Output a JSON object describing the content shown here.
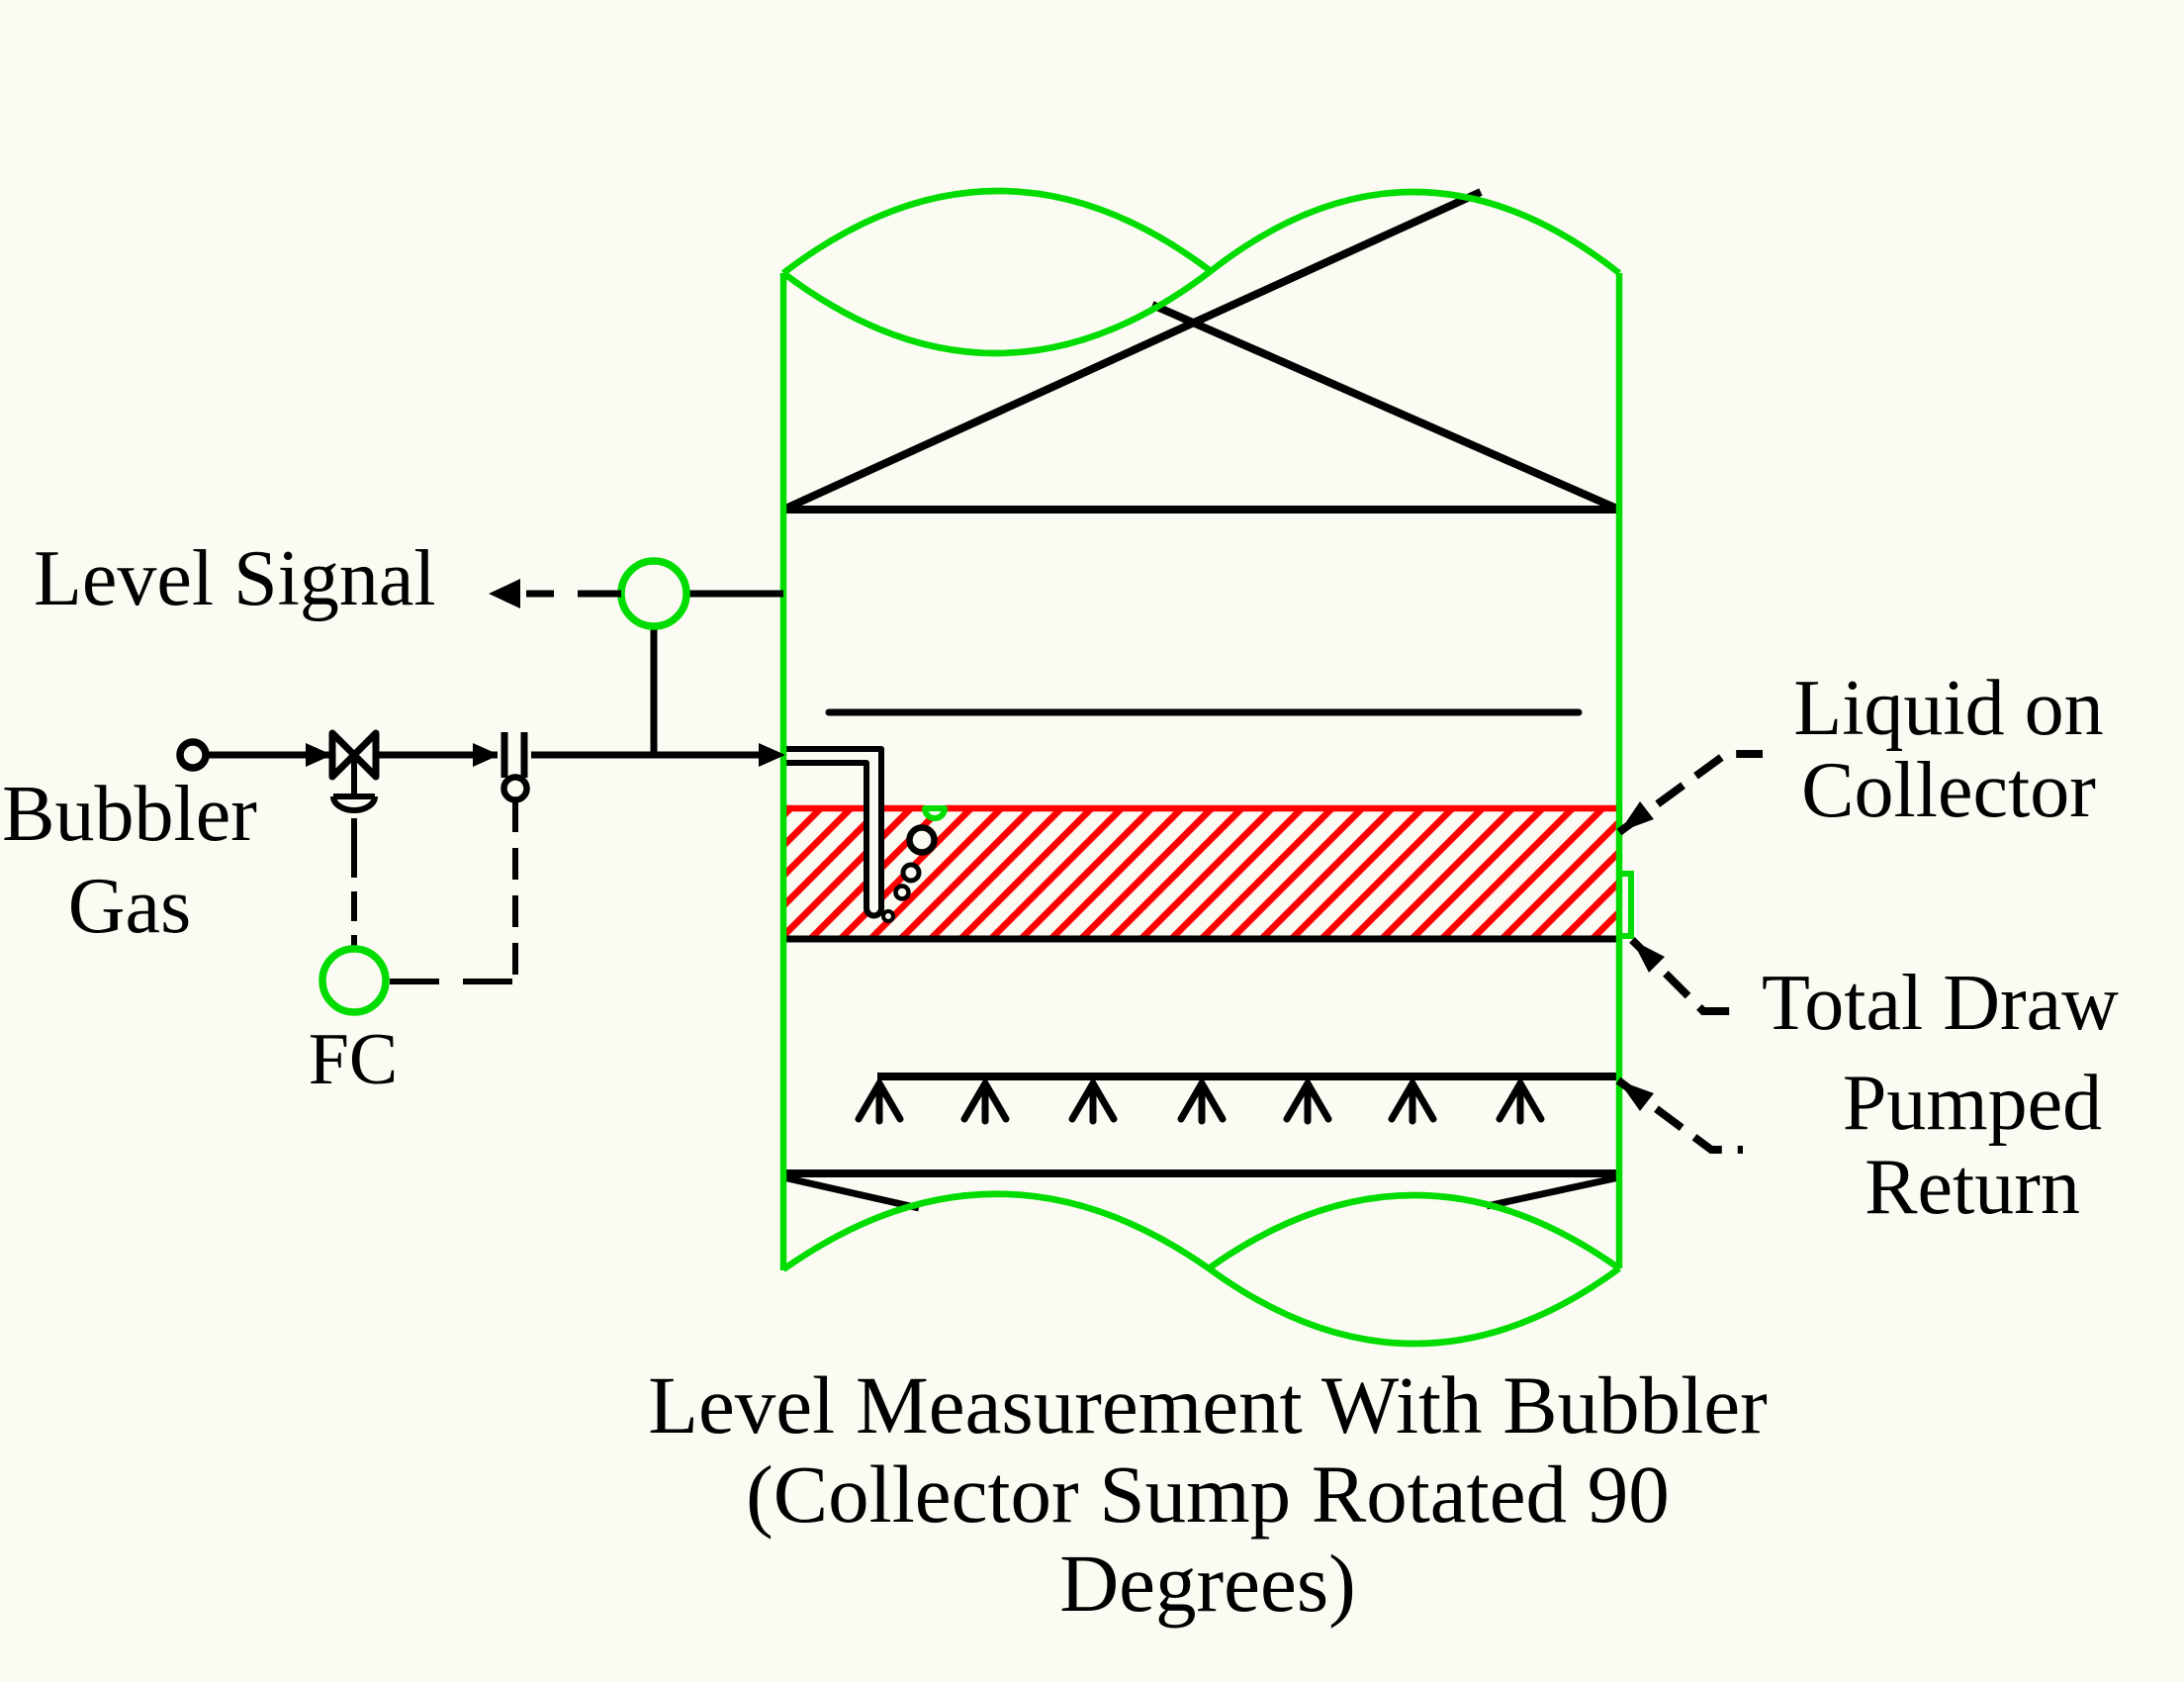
{
  "title": {
    "line1": "Level Measurement With Bubbler",
    "line2": "(Collector Sump Rotated 90 Degrees)"
  },
  "labels": {
    "level_signal": "Level Signal",
    "bubbler_gas": {
      "line1": "Bubbler",
      "line2": "Gas"
    },
    "flow_controller": "FC",
    "liquid_on_collector": {
      "line1": "Liquid on",
      "line2": "Collector"
    },
    "total_draw": "Total Draw",
    "pumped_return": {
      "line1": "Pumped",
      "line2": "Return"
    }
  },
  "colors": {
    "vessel_green": "#00DC00",
    "liquid_red": "#FF0000",
    "line_black": "#000000",
    "background": "#FBFBF3"
  }
}
